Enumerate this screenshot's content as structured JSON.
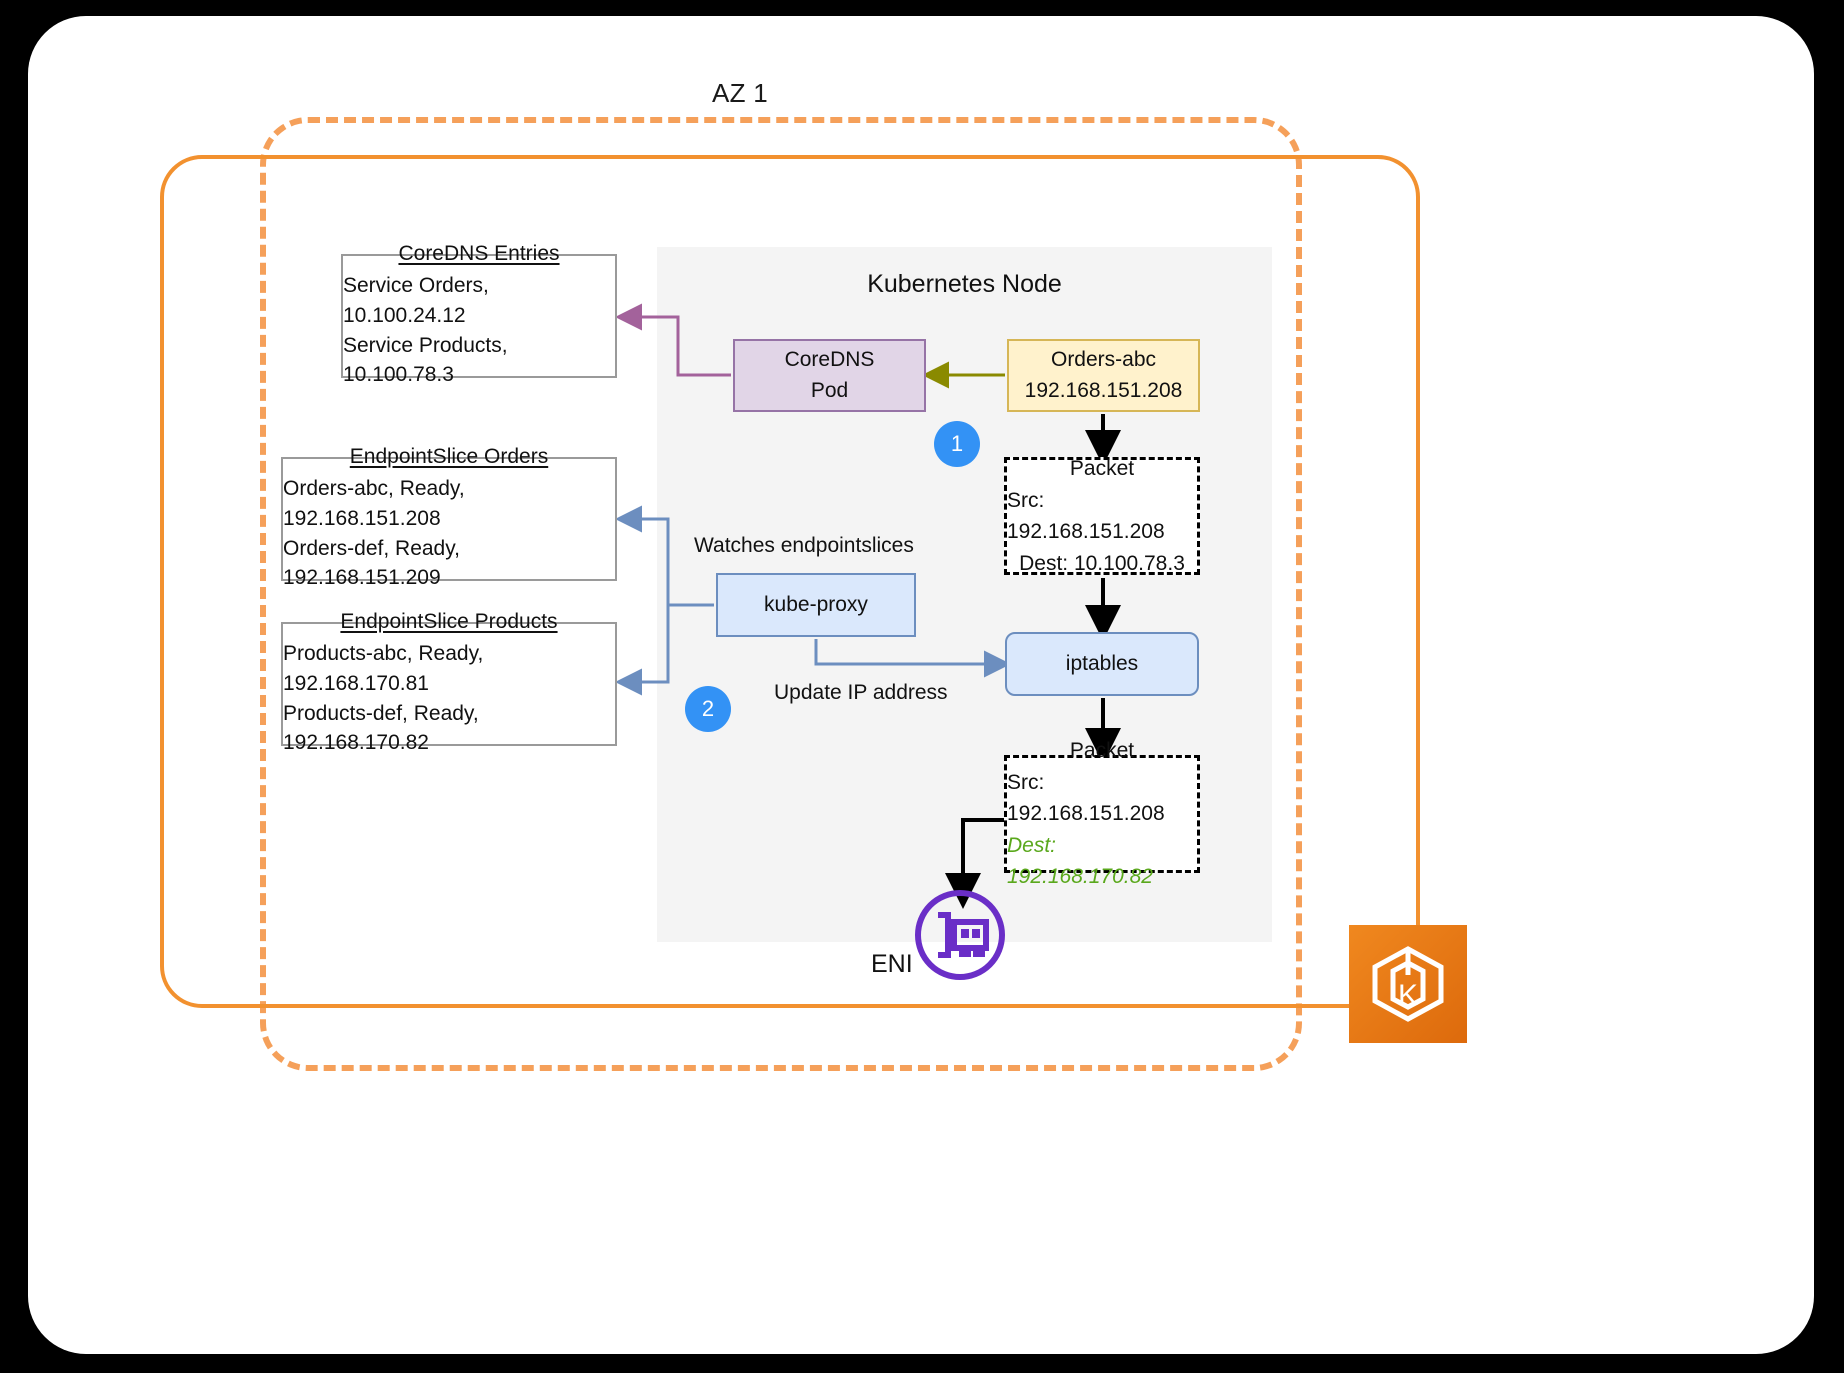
{
  "diagram": {
    "az_title": "AZ 1",
    "node_title": "Kubernetes Node",
    "eni_label": "ENI",
    "colors": {
      "vpc_border": "#f2912f",
      "az_border": "#f5a05a",
      "node_panel": "#f4f4f4",
      "badge": "#3392f5",
      "pod_purple_fill": "#e1d5e7",
      "pod_purple_border": "#9673a6",
      "pod_yellow_fill": "#fff2cc",
      "pod_yellow_border": "#d6b656",
      "blue_fill": "#dae8fc",
      "blue_border": "#6c8ebf",
      "green_text": "#5aa81c",
      "olive_arrow": "#8a8a00",
      "purple_arrow": "#a3629b",
      "eni_purple": "#6a2ec7",
      "eks_orange": "#e8761f"
    }
  },
  "coredns_entries": {
    "title": "CoreDNS Entries",
    "lines": [
      "Service Orders, 10.100.24.12",
      "Service Products, 10.100.78.3"
    ]
  },
  "endpointslice_orders": {
    "title": "EndpointSlice Orders",
    "lines": [
      "Orders-abc, Ready, 192.168.151.208",
      "Orders-def, Ready, 192.168.151.209"
    ]
  },
  "endpointslice_products": {
    "title": "EndpointSlice Products",
    "lines": [
      "Products-abc, Ready, 192.168.170.81",
      "Products-def, Ready, 192.168.170.82"
    ]
  },
  "coredns_pod": {
    "line1": "CoreDNS",
    "line2": "Pod"
  },
  "orders_pod": {
    "line1": "Orders-abc",
    "line2": "192.168.151.208"
  },
  "kube_proxy": {
    "label": "kube-proxy"
  },
  "iptables": {
    "label": "iptables"
  },
  "packet_1": {
    "title": "Packet",
    "src": "Src: 192.168.151.208",
    "dest": "Dest: 10.100.78.3"
  },
  "packet_2": {
    "title": "Packet",
    "src": "Src: 192.168.151.208",
    "dest": "Dest: 192.168.170.82"
  },
  "badges": {
    "one": "1",
    "two": "2"
  },
  "labels": {
    "watches_endpointslices": "Watches endpointslices",
    "update_ip_address": "Update IP address"
  }
}
